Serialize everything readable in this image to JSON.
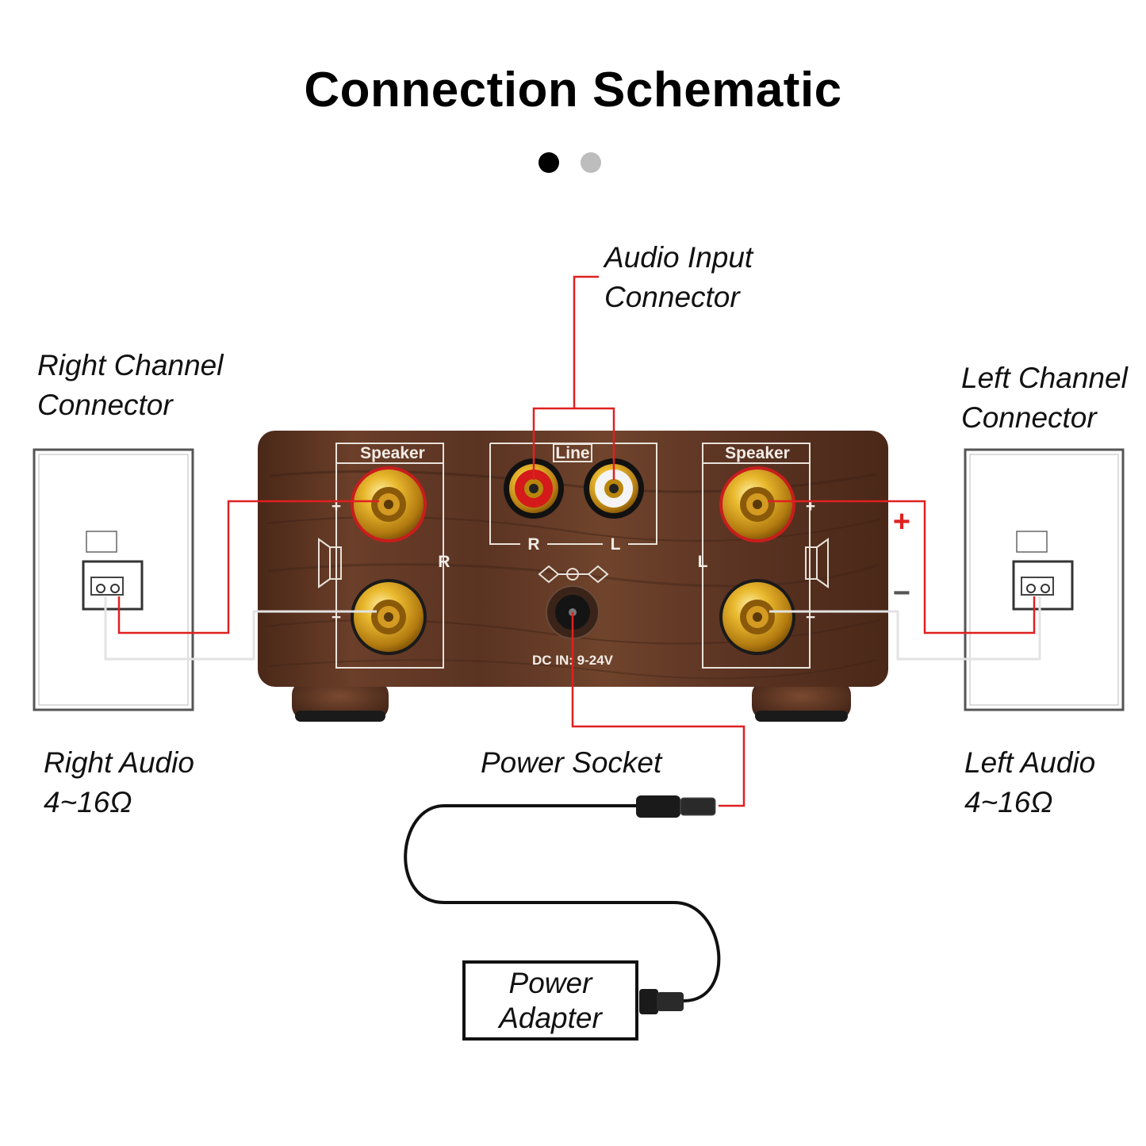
{
  "title": "Connection Schematic",
  "pagination": {
    "total": 2,
    "active_index": 0
  },
  "colors": {
    "wire_red": "#e02020",
    "wire_white": "#e6e6e6",
    "wood": "#5a3322",
    "gold": "#d8a21c"
  },
  "labels": {
    "audio_input": [
      "Audio Input",
      "Connector"
    ],
    "right_channel": [
      "Right Channel",
      "Connector"
    ],
    "left_channel": [
      "Left Channel",
      "Connector"
    ],
    "right_audio": [
      "Right Audio",
      "4~16Ω"
    ],
    "left_audio": [
      "Left Audio",
      "4~16Ω"
    ],
    "power_socket": "Power Socket",
    "power_adapter": [
      "Power",
      "Adapter"
    ]
  },
  "amplifier": {
    "speaker_left_panel": "Speaker",
    "speaker_right_panel": "Speaker",
    "line_panel": "Line",
    "line_r": "R",
    "line_l": "L",
    "side_r": "R",
    "side_l": "L",
    "plus": "+",
    "minus": "−",
    "dc_in": "DC IN: 9-24V"
  },
  "polarity": {
    "plus": "+",
    "minus": "−"
  }
}
